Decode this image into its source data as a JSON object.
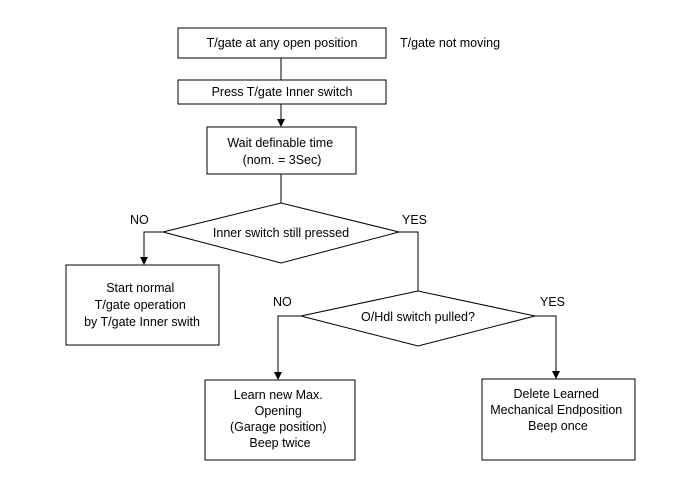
{
  "nodes": {
    "start": {
      "lines": [
        "T/gate at any open position"
      ]
    },
    "start_note": {
      "lines": [
        "T/gate not moving"
      ]
    },
    "press": {
      "lines": [
        "Press T/gate Inner switch"
      ]
    },
    "wait": {
      "lines": [
        "Wait definable time",
        "(nom. = 3Sec)"
      ]
    },
    "decision_inner": {
      "lines": [
        "Inner switch still pressed"
      ]
    },
    "normal": {
      "lines": [
        "Start normal",
        "T/gate operation",
        "by T/gate Inner swith"
      ]
    },
    "decision_handle": {
      "lines": [
        "O/Hdl switch pulled?"
      ]
    },
    "learn": {
      "lines": [
        "Learn new Max.",
        "Opening",
        "(Garage position)",
        "Beep twice"
      ]
    },
    "delete": {
      "lines": [
        "Delete Learned",
        "Mechanical Endposition",
        "",
        "Beep once"
      ]
    }
  },
  "edge_labels": {
    "inner_no": "NO",
    "inner_yes": "YES",
    "handle_no": "NO",
    "handle_yes": "YES"
  }
}
